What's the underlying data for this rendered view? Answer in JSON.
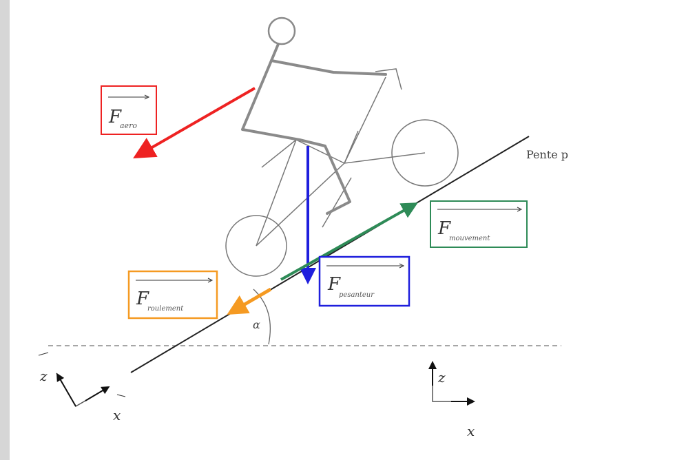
{
  "labels": {
    "f_aero": {
      "base": "F",
      "sub": "aero",
      "color": "#ee2222"
    },
    "f_moteur": {
      "base": "F",
      "sub": "mouvement",
      "color": "#2e8b57"
    },
    "f_pesanteur": {
      "base": "F",
      "sub": "pesanteur",
      "color": "#1f1fdd"
    },
    "f_roulement": {
      "base": "F",
      "sub": "roulement",
      "color": "#f59a22"
    },
    "pente": "Pente p",
    "alpha": "α",
    "axes_left": {
      "z": "z",
      "x": "x"
    },
    "axes_right": {
      "z": "z",
      "x": "x"
    }
  },
  "colors": {
    "rider": "#8a8a8a",
    "bike": "#777777",
    "slope": "#222222",
    "ground": "#888888"
  }
}
